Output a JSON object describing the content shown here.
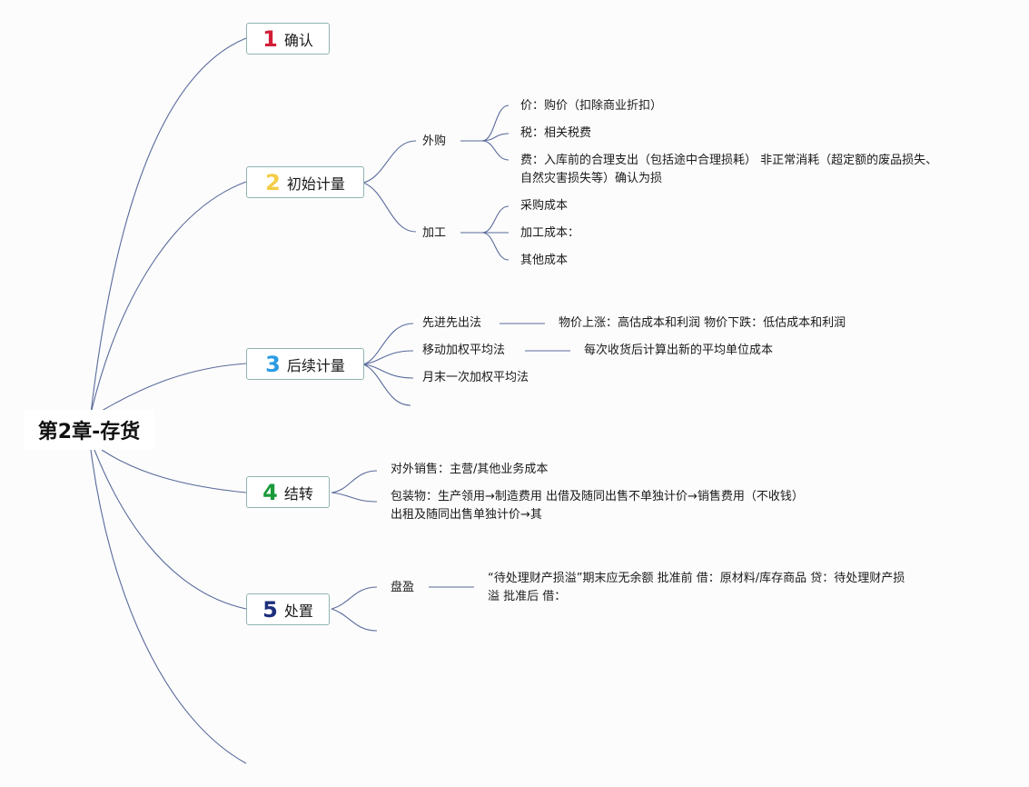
{
  "root": {
    "title": "第2章-存货"
  },
  "branches": [
    {
      "num": "1",
      "num_color": "#d11f36",
      "label": "确认",
      "children": []
    },
    {
      "num": "2",
      "num_color": "#f3cc46",
      "label": "初始计量",
      "children": [
        {
          "label": "外购",
          "children": [
            {
              "label": "价：购价（扣除商业折扣）"
            },
            {
              "label": "税：相关税费"
            },
            {
              "label_lines": [
                "费：入库前的合理支出（包括途中合理损耗） 非正常消耗（超定额的废品损失、",
                "自然灾害损失等）确认为损"
              ]
            }
          ]
        },
        {
          "label": "加工",
          "children": [
            {
              "label": "采购成本"
            },
            {
              "label": "加工成本："
            },
            {
              "label": "其他成本"
            }
          ]
        }
      ]
    },
    {
      "num": "3",
      "num_color": "#2b9be3",
      "label": "后续计量",
      "children": [
        {
          "label": "先进先出法",
          "note": "物价上涨：高估成本和利润 物价下跌：低估成本和利润"
        },
        {
          "label": "移动加权平均法",
          "note": "每次收货后计算出新的平均单位成本"
        },
        {
          "label": "月末一次加权平均法"
        }
      ]
    },
    {
      "num": "4",
      "num_color": "#1a9a3a",
      "label": "结转",
      "children": [
        {
          "label": "对外销售：主营/其他业务成本"
        },
        {
          "label_lines": [
            "包装物：生产领用→制造费用 出借及随同出售不单独计价→销售费用（不收钱）",
            "出租及随同出售单独计价→其"
          ]
        }
      ]
    },
    {
      "num": "5",
      "num_color": "#1d2f7c",
      "label": "处置",
      "children": [
        {
          "label": "盘盈",
          "note_lines": [
            "“待处理财产损溢”期末应无余额 批准前 借：原材料/库存商品 贷：待处理财产损",
            "溢 批准后 借："
          ]
        }
      ]
    }
  ]
}
